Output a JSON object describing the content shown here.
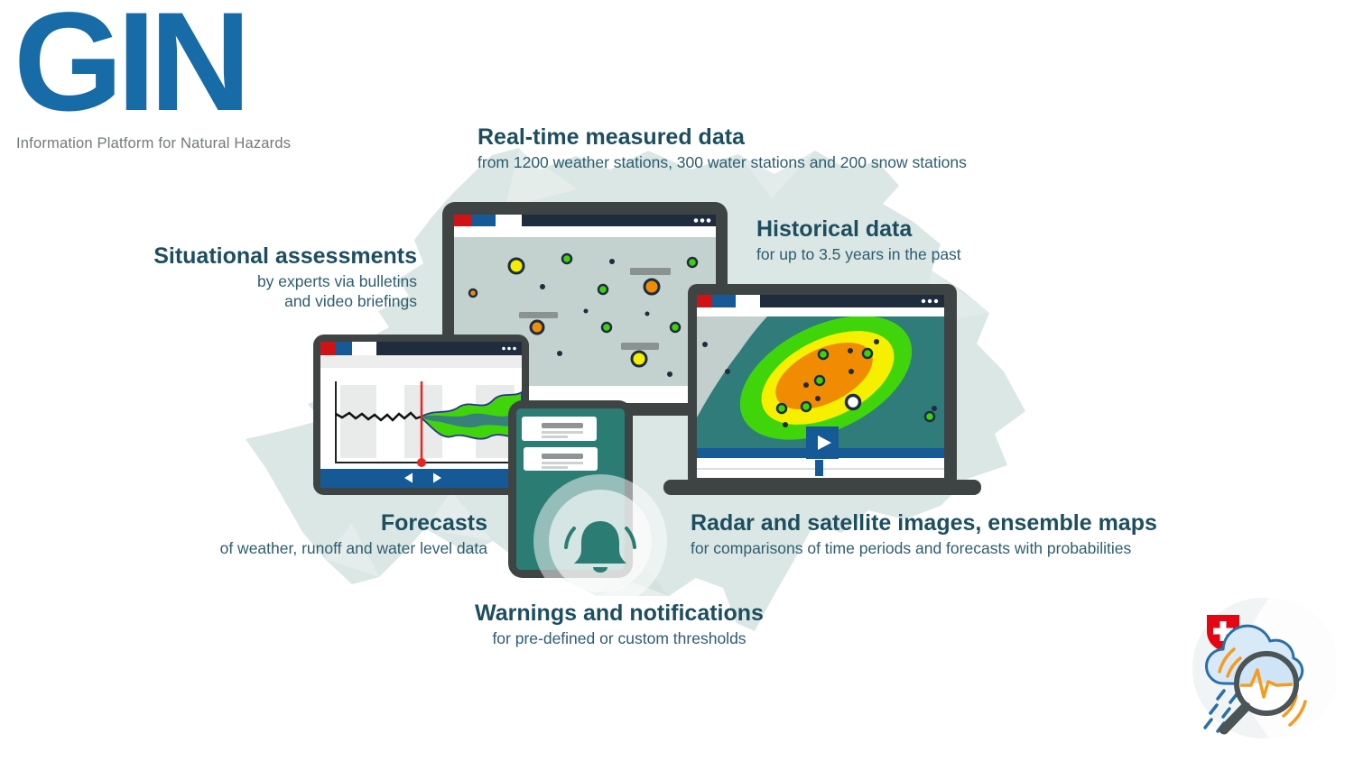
{
  "brand": {
    "logo": "GIN",
    "tagline": "Information Platform for Natural Hazards"
  },
  "features": [
    {
      "id": "realtime-measured-data",
      "title": "Real-time measured data",
      "subtitle": "from 1200 weather stations, 300 water stations and 200 snow stations"
    },
    {
      "id": "historical-data",
      "title": "Historical data",
      "subtitle": "for up to 3.5 years in the past"
    },
    {
      "id": "situational-assessments",
      "title": "Situational assessments",
      "subtitle_line1": "by experts via bulletins",
      "subtitle_line2": "and video briefings"
    },
    {
      "id": "forecasts",
      "title": "Forecasts",
      "subtitle": "of weather, runoff and water level data"
    },
    {
      "id": "radar-satellite-ensemble",
      "title": "Radar and satellite images, ensemble maps",
      "subtitle": "for comparisons of time periods and forecasts with probabilities"
    },
    {
      "id": "warnings-notifications",
      "title": "Warnings and notifications",
      "subtitle": "for pre-defined or custom thresholds"
    }
  ],
  "stations": {
    "weather": 1200,
    "water": 300,
    "snow": 200
  },
  "history_years_back": 3.5,
  "icons": {
    "window-dots-icon": "•••",
    "play-icon": "▶",
    "previous-icon": "◀",
    "next-icon": "▶",
    "bell-icon": "🔔",
    "swiss-cross-icon": "+",
    "cloud-icon": "☁",
    "magnifier-icon": "🔍",
    "rain-icon": "☂",
    "pulse-icon": "∿"
  },
  "colors": {
    "gin_blue": "#176ba6",
    "heading_teal": "#1d4e5f",
    "subtitle_teal": "#2d5d70",
    "tagline_gray": "#73797a",
    "silhouette": "#dbe7e4",
    "device_frame": "#3e4444",
    "titlebar_navy": "#1e2c3e",
    "accent_red": "#cf1215",
    "accent_blue": "#155a96",
    "map_bg": "#c4d2cf",
    "marker_yellow": "#f6ee00",
    "marker_green": "#3bd40a",
    "marker_orange": "#ef8d05",
    "label_gray": "#8b9391",
    "radar_teal": "#2f7c7b",
    "radar_green": "#3fd50a",
    "radar_yellow": "#f6f000",
    "radar_orange": "#f18c02",
    "phone_teal": "#2b7d74",
    "chart_red": "#e8251d",
    "ensemble_outline": "#2e3192",
    "ensemble_inner_teal": "#37807c",
    "swiss_red": "#e30613",
    "cloud_blue": "#d8eaf8",
    "cloud_outline": "#2a6fa8",
    "pulse_orange": "#f59c20",
    "glass_gray": "#4b5456"
  }
}
